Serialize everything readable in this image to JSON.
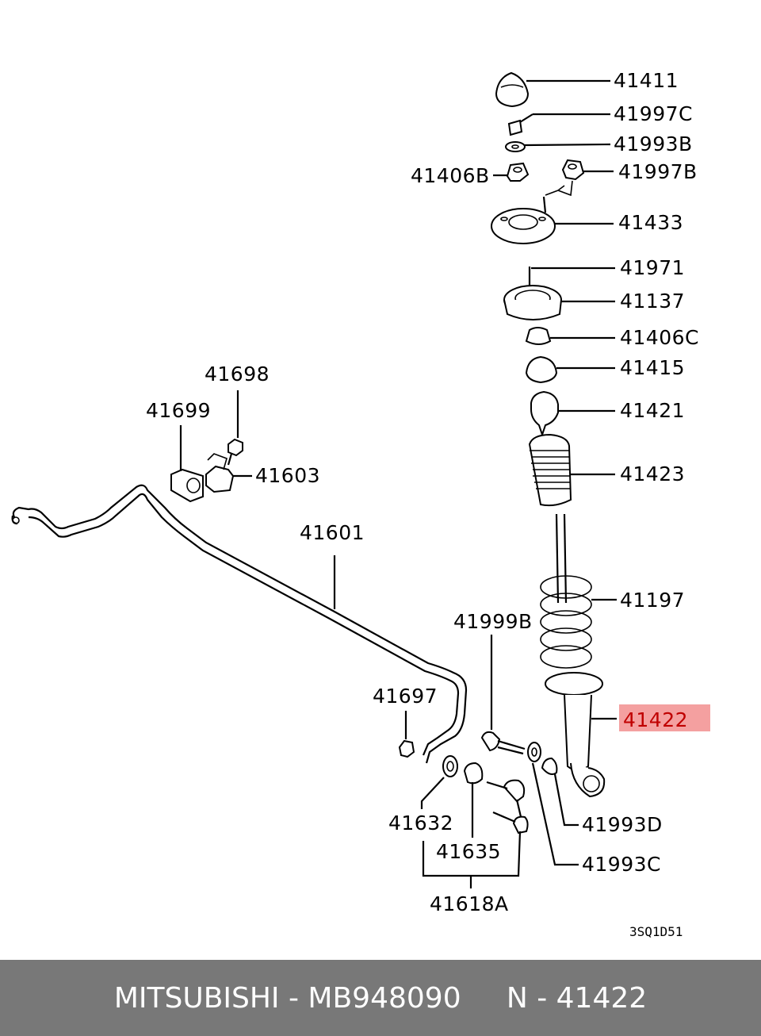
{
  "diagram": {
    "labels": {
      "p41411": "41411",
      "p41997C": "41997C",
      "p41993B": "41993B",
      "p41406B": "41406B",
      "p41997B": "41997B",
      "p41433": "41433",
      "p41971": "41971",
      "p41137": "41137",
      "p41406C": "41406C",
      "p41415": "41415",
      "p41421": "41421",
      "p41423": "41423",
      "p41197": "41197",
      "p41422": "41422",
      "p41993D": "41993D",
      "p41993C": "41993C",
      "p41698": "41698",
      "p41699": "41699",
      "p41603": "41603",
      "p41601": "41601",
      "p41999B": "41999B",
      "p41697": "41697",
      "p41632": "41632",
      "p41635": "41635",
      "p41618A": "41618A"
    },
    "drawing_code": "3SQ1D51",
    "highlight_color": "#f4a0a0",
    "highlight_text_color": "#c00000"
  },
  "footer": {
    "text": "MITSUBISHI - MB948090     N - 41422"
  }
}
